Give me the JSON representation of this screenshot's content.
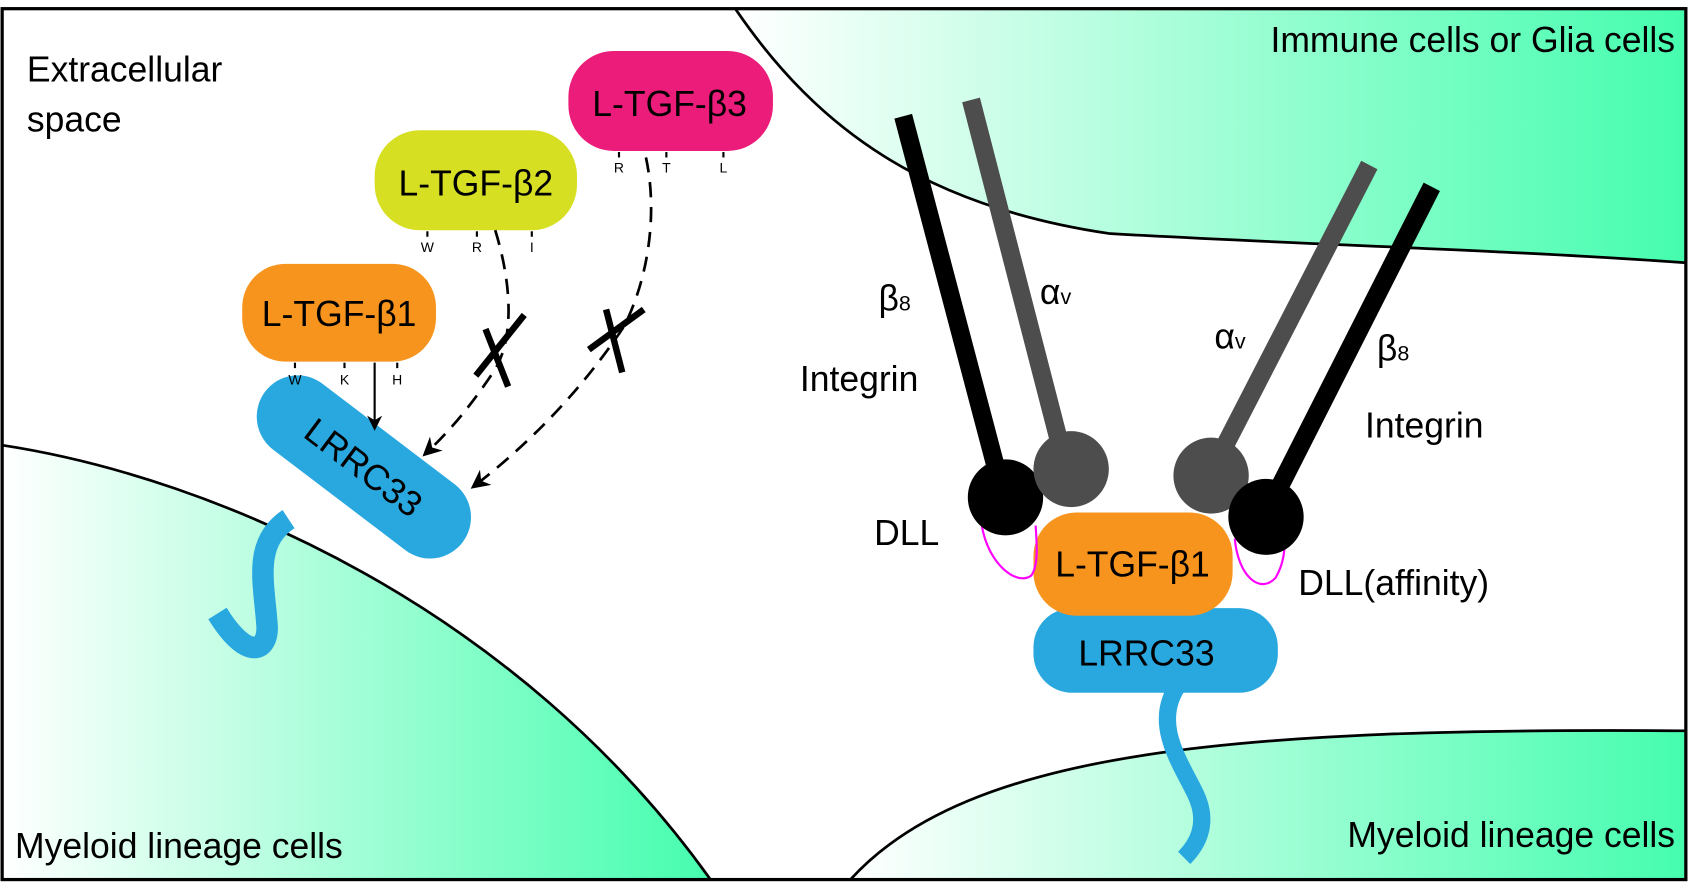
{
  "regions": {
    "extracellular_line1": "Extracellular",
    "extracellular_line2": "space",
    "top_right_cell": "Immune cells or Glia cells",
    "bottom_left_cell": "Myeloid lineage cells",
    "bottom_right_cell": "Myeloid lineage cells"
  },
  "left_panel": {
    "tgfb1": {
      "label": "L-TGF-β1",
      "color": "#F7941D",
      "residues": [
        {
          "text": "W",
          "color": "#000000"
        },
        {
          "text": "K",
          "color": "#000000"
        },
        {
          "text": "H",
          "color": "#000000"
        }
      ]
    },
    "tgfb2": {
      "label": "L-TGF-β2",
      "color": "#D7DF23",
      "residues": [
        {
          "text": "W",
          "color": "#000000"
        },
        {
          "text": "R",
          "color": "#000000"
        },
        {
          "text": "I",
          "color": "#FF0000"
        }
      ]
    },
    "tgfb3": {
      "label": "L-TGF-β3",
      "color": "#EC1C7A",
      "residues": [
        {
          "text": "R",
          "color": "#000000"
        },
        {
          "text": "T",
          "color": "#FF0000"
        },
        {
          "text": "L",
          "color": "#FF0000"
        }
      ]
    },
    "lrrc33": {
      "label": "LRRC33",
      "color": "#29A8E0"
    }
  },
  "right_panel": {
    "tgfb1_label": "L-TGF-β1",
    "lrrc33_label": "LRRC33",
    "left_integrin": {
      "beta": "β",
      "beta_sub": "8",
      "alpha": "α",
      "alpha_sub": "v",
      "name": "Integrin",
      "dll": "DLL"
    },
    "right_integrin": {
      "beta": "β",
      "beta_sub": "8",
      "alpha": "α",
      "alpha_sub": "v",
      "name": "Integrin",
      "dll": "DLL(affinity)"
    }
  },
  "colors": {
    "cell_gradient_start": "#FFFFFF",
    "cell_gradient_end": "#45FDAE",
    "beta8": "#000000",
    "alphav": "#4D4D4D",
    "dll_loop": "#FF00FF"
  }
}
